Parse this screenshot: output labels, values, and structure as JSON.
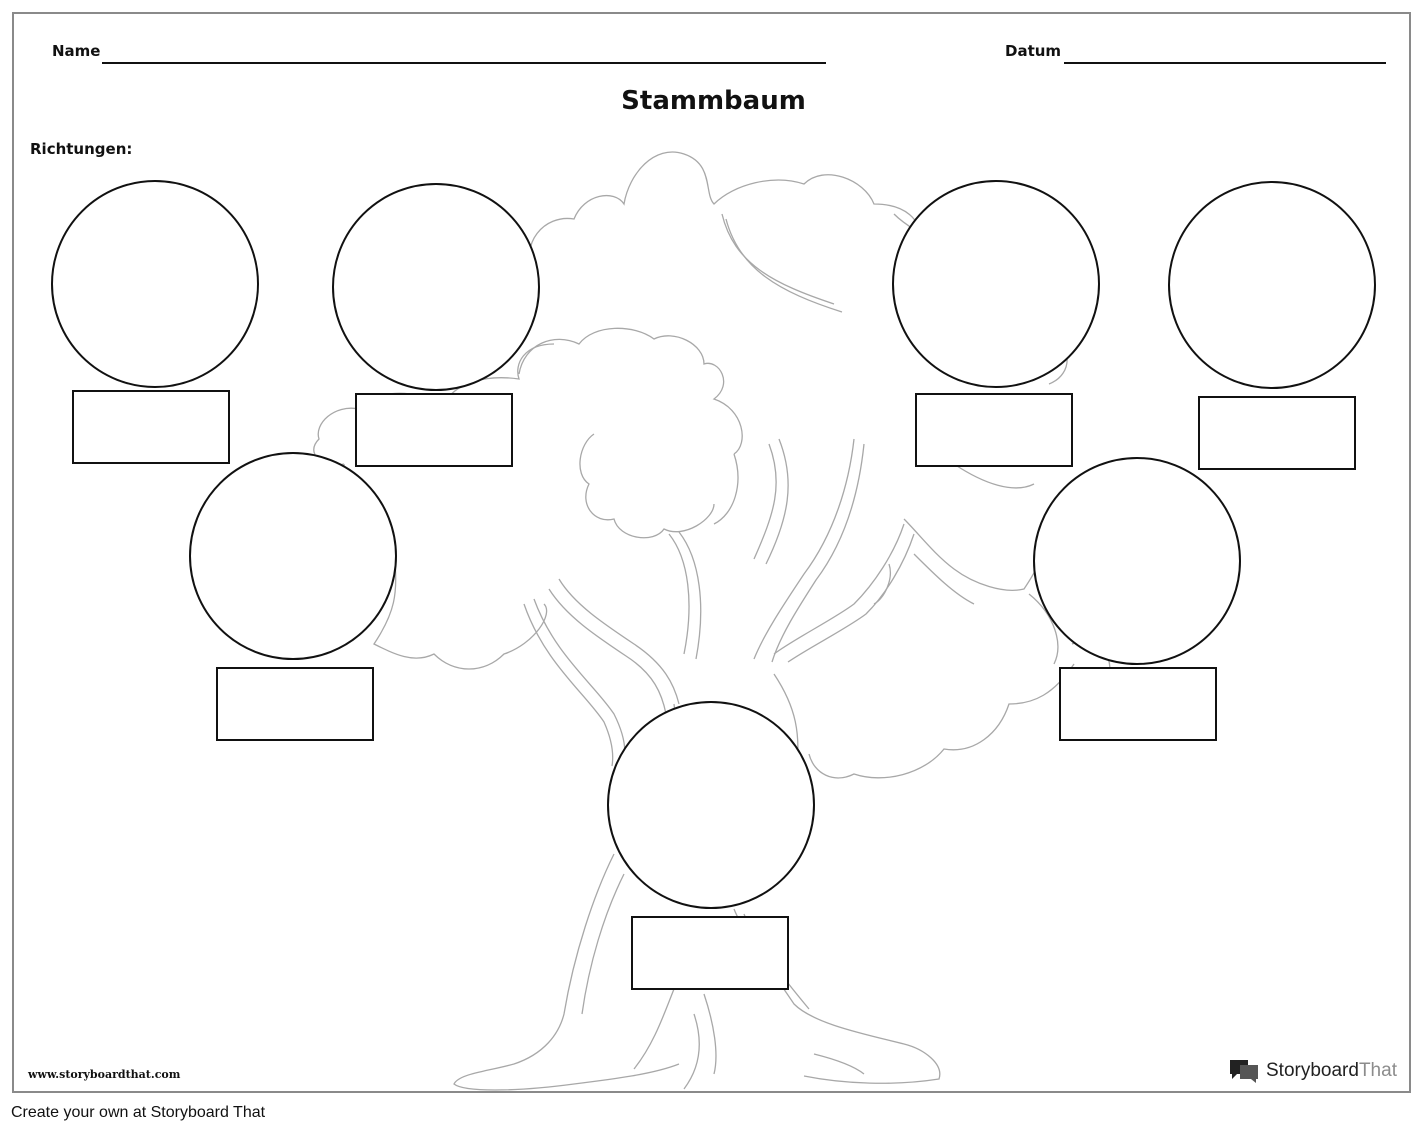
{
  "worksheet": {
    "name_label": "Name",
    "date_label": "Datum",
    "title": "Stammbaum",
    "directions_label": "Richtungen:",
    "members_count_note": "",
    "site_url": "www.storyboardthat.com",
    "brand": {
      "part_a": "Storyboard",
      "part_b": "That"
    }
  },
  "footer": {
    "text": "Create your own at Storyboard That"
  },
  "colors": {
    "line": "#111111",
    "tree": "#9a9a9a",
    "border": "#8a8a8a"
  }
}
